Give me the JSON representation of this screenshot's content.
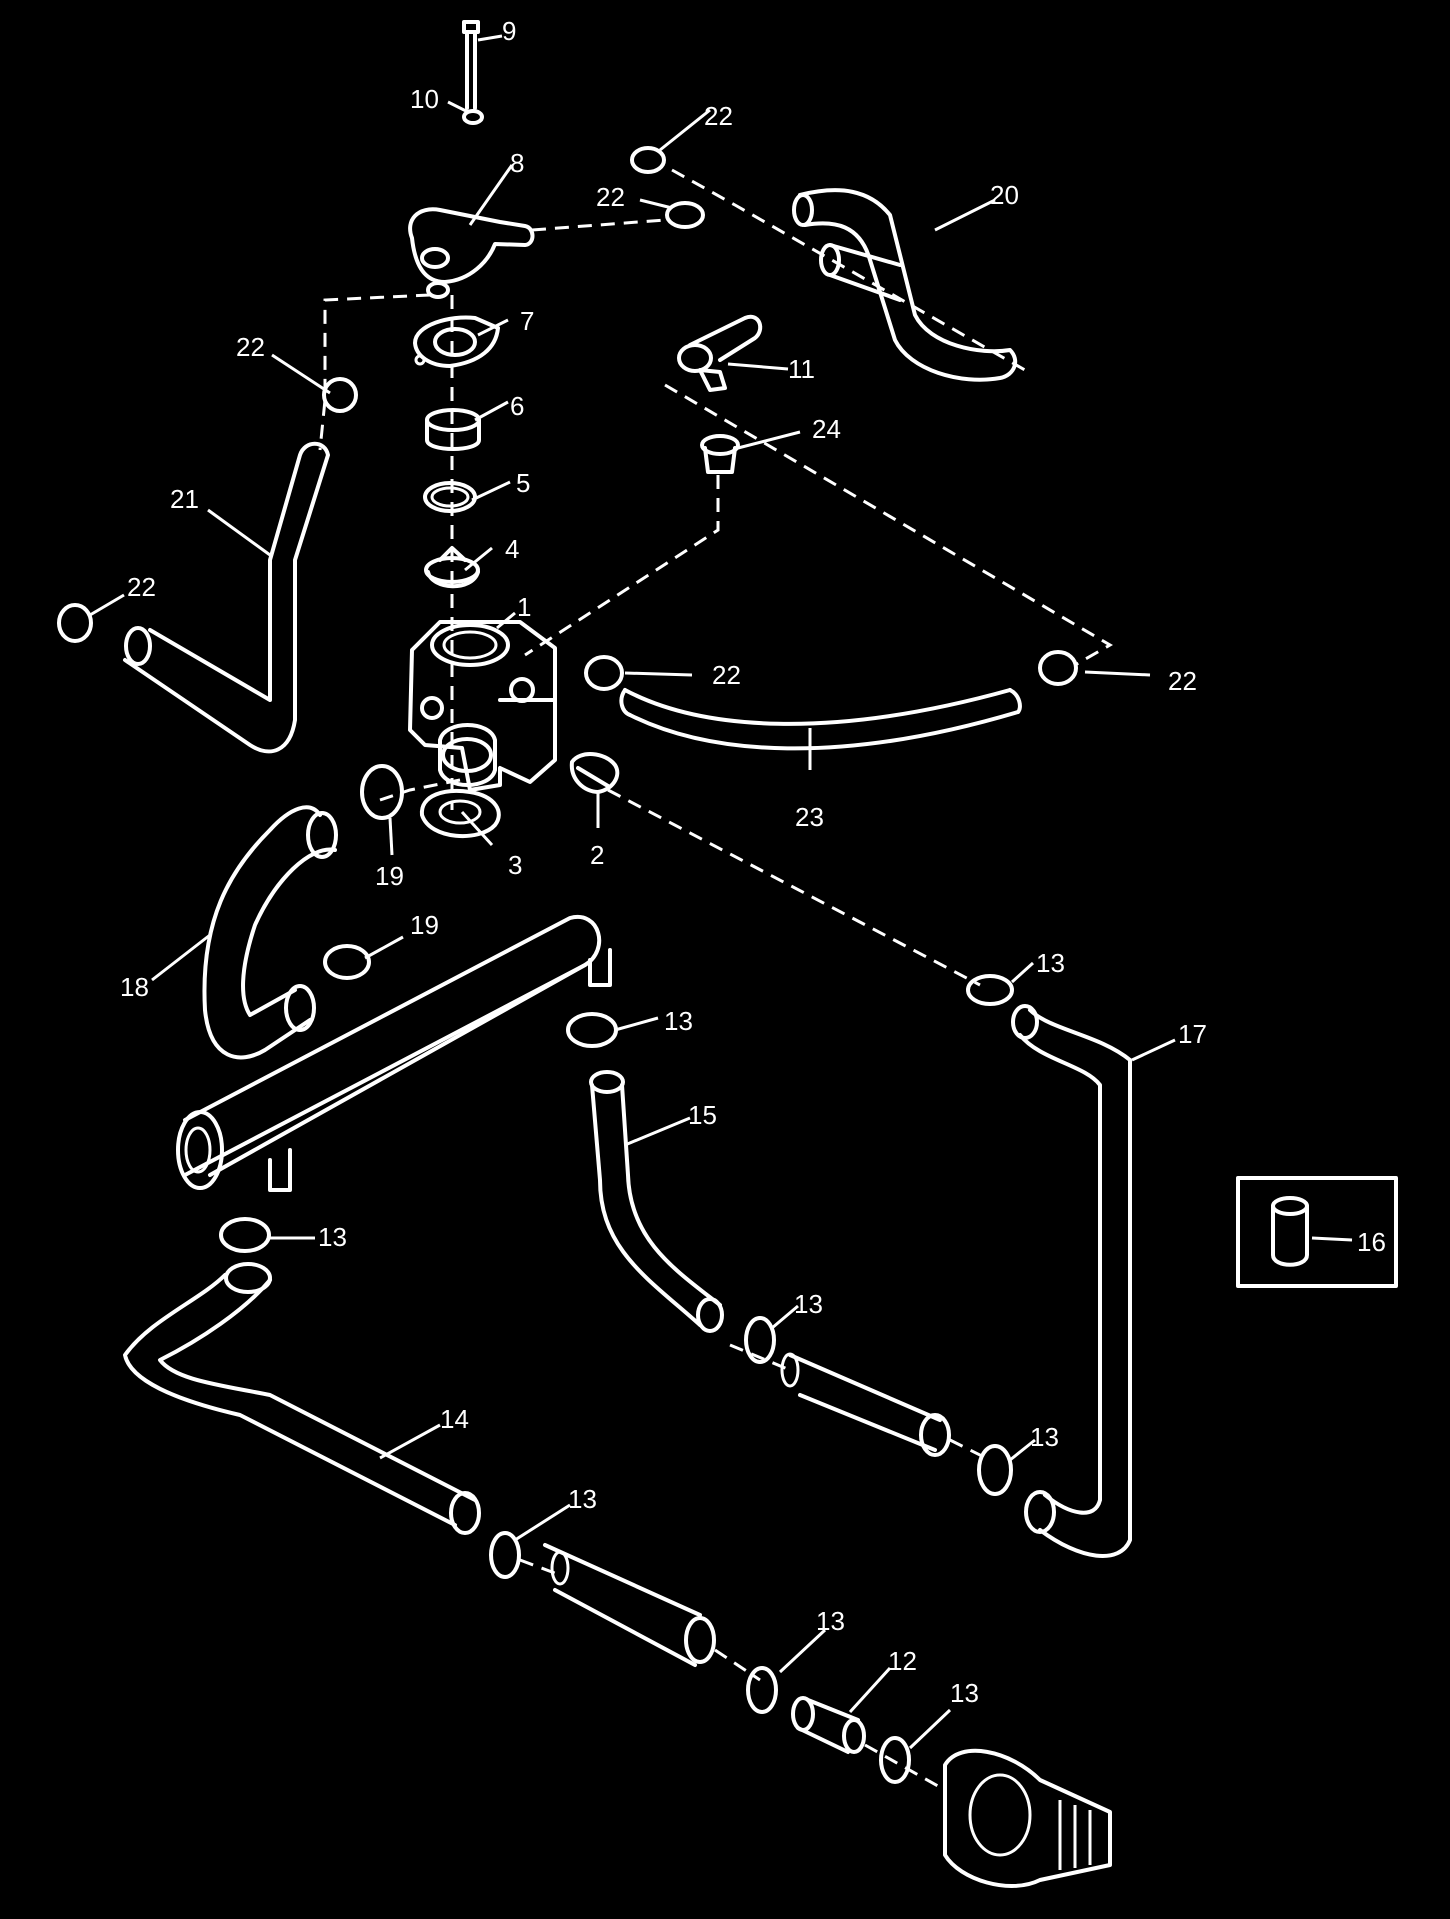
{
  "diagram": {
    "callouts": {
      "c1": "1",
      "c2": "2",
      "c3": "3",
      "c4": "4",
      "c5": "5",
      "c6": "6",
      "c7": "7",
      "c8": "8",
      "c9": "9",
      "c10": "10",
      "c11": "11",
      "c12": "12",
      "c13a": "13",
      "c13b": "13",
      "c13c": "13",
      "c13d": "13",
      "c13e": "13",
      "c13f": "13",
      "c13g": "13",
      "c13h": "13",
      "c14": "14",
      "c15": "15",
      "c16": "16",
      "c17": "17",
      "c18": "18",
      "c19a": "19",
      "c19b": "19",
      "c20": "20",
      "c21": "21",
      "c22a": "22",
      "c22b": "22",
      "c22c": "22",
      "c22d": "22",
      "c22e": "22",
      "c22f": "22",
      "c23": "23",
      "c24": "24"
    },
    "colors": {
      "background": "#000000",
      "line": "#ffffff"
    }
  }
}
